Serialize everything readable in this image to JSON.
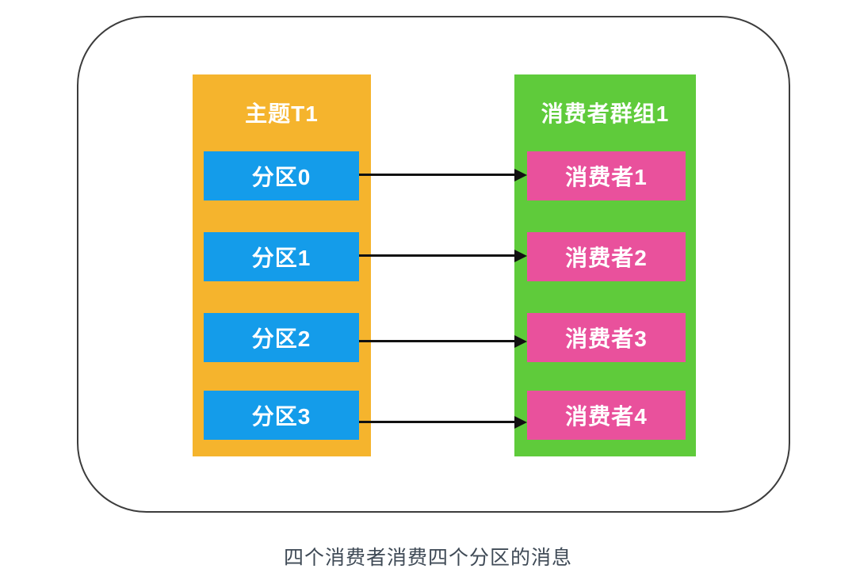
{
  "diagram": {
    "topic": {
      "title": "主题T1",
      "partitions": [
        "分区0",
        "分区1",
        "分区2",
        "分区3"
      ]
    },
    "consumer_group": {
      "title": "消费者群组1",
      "consumers": [
        "消费者1",
        "消费者2",
        "消费者3",
        "消费者4"
      ]
    },
    "arrows": [
      {
        "from": "分区0",
        "to": "消费者1"
      },
      {
        "from": "分区1",
        "to": "消费者2"
      },
      {
        "from": "分区2",
        "to": "消费者3"
      },
      {
        "from": "分区3",
        "to": "消费者4"
      }
    ],
    "caption": "四个消费者消费四个分区的消息"
  },
  "colors": {
    "topic_bg": "#F5B42D",
    "partition_bg": "#149CEA",
    "group_bg": "#5FCB3B",
    "consumer_bg": "#E9519C",
    "arrow": "#111111",
    "frame_border": "#3C3C3C",
    "box_text": "#FFFFFF",
    "caption_text": "#3F4A56"
  }
}
